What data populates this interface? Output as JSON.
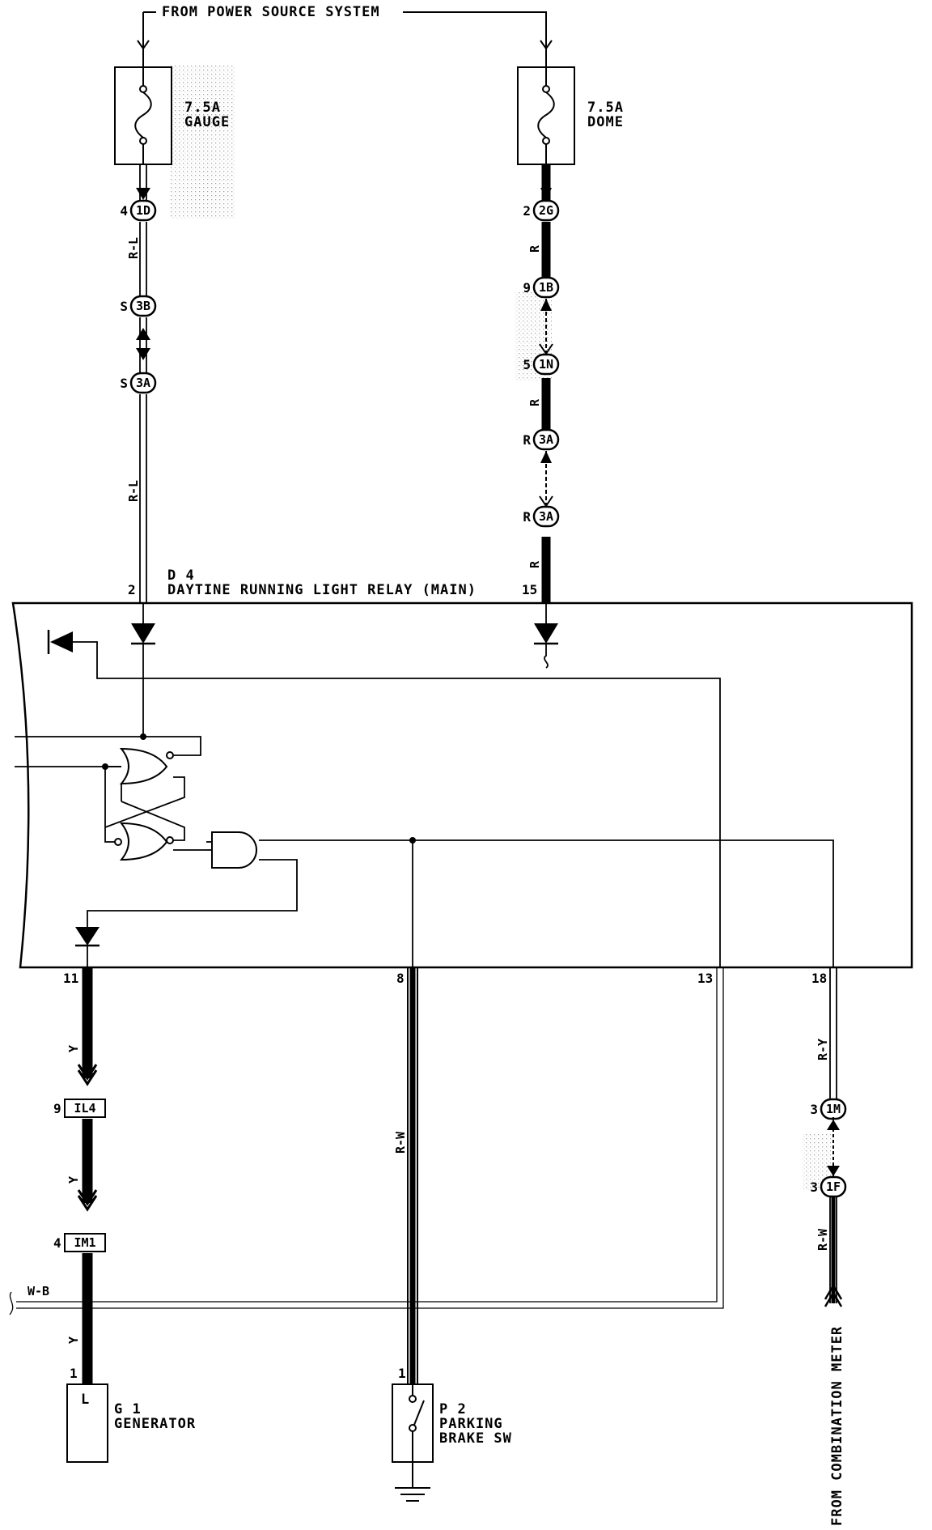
{
  "header": {
    "from_power": "FROM POWER SOURCE SYSTEM"
  },
  "fuses": [
    {
      "rating": "7.5A",
      "name": "GAUGE"
    },
    {
      "rating": "7.5A",
      "name": "DOME"
    }
  ],
  "relay": {
    "id": "D 4",
    "name": "DAYTINE RUNNING LIGHT RELAY (MAIN)"
  },
  "pins": {
    "p2": "2",
    "p15": "15",
    "p11": "11",
    "p8": "8",
    "p13": "13",
    "p18": "18",
    "g1": "1",
    "p2sw": "1"
  },
  "connectors": {
    "c_1d": {
      "pin": "4",
      "code": "1D"
    },
    "c_3b": {
      "pin": "S",
      "code": "3B"
    },
    "c_3a_left": {
      "pin": "S",
      "code": "3A"
    },
    "c_2g": {
      "pin": "2",
      "code": "2G"
    },
    "c_1b": {
      "pin": "9",
      "code": "1B"
    },
    "c_1n": {
      "pin": "5",
      "code": "1N"
    },
    "c_3a_r1": {
      "pin": "R",
      "code": "3A"
    },
    "c_3a_r2": {
      "pin": "R",
      "code": "3A"
    },
    "c_il4": {
      "pin": "9",
      "code": "IL4"
    },
    "c_im1": {
      "pin": "4",
      "code": "IM1"
    },
    "c_1m": {
      "pin": "3",
      "code": "1M"
    },
    "c_1f": {
      "pin": "3",
      "code": "1F"
    }
  },
  "wire_colors": {
    "rl_top": "R-L",
    "rl_bot": "R-L",
    "r_1": "R",
    "r_2": "R",
    "r_3": "R",
    "y_1": "Y",
    "y_2": "Y",
    "y_3": "Y",
    "rw_mid": "R-W",
    "ry": "R-Y",
    "rw_right": "R-W",
    "wb": "W-B"
  },
  "components": {
    "generator": {
      "id": "G 1",
      "name": "GENERATOR",
      "terminal": "L"
    },
    "parking": {
      "id": "P 2",
      "name1": "PARKING",
      "name2": "BRAKE SW"
    }
  },
  "from_meter": "FROM COMBINATION METER"
}
